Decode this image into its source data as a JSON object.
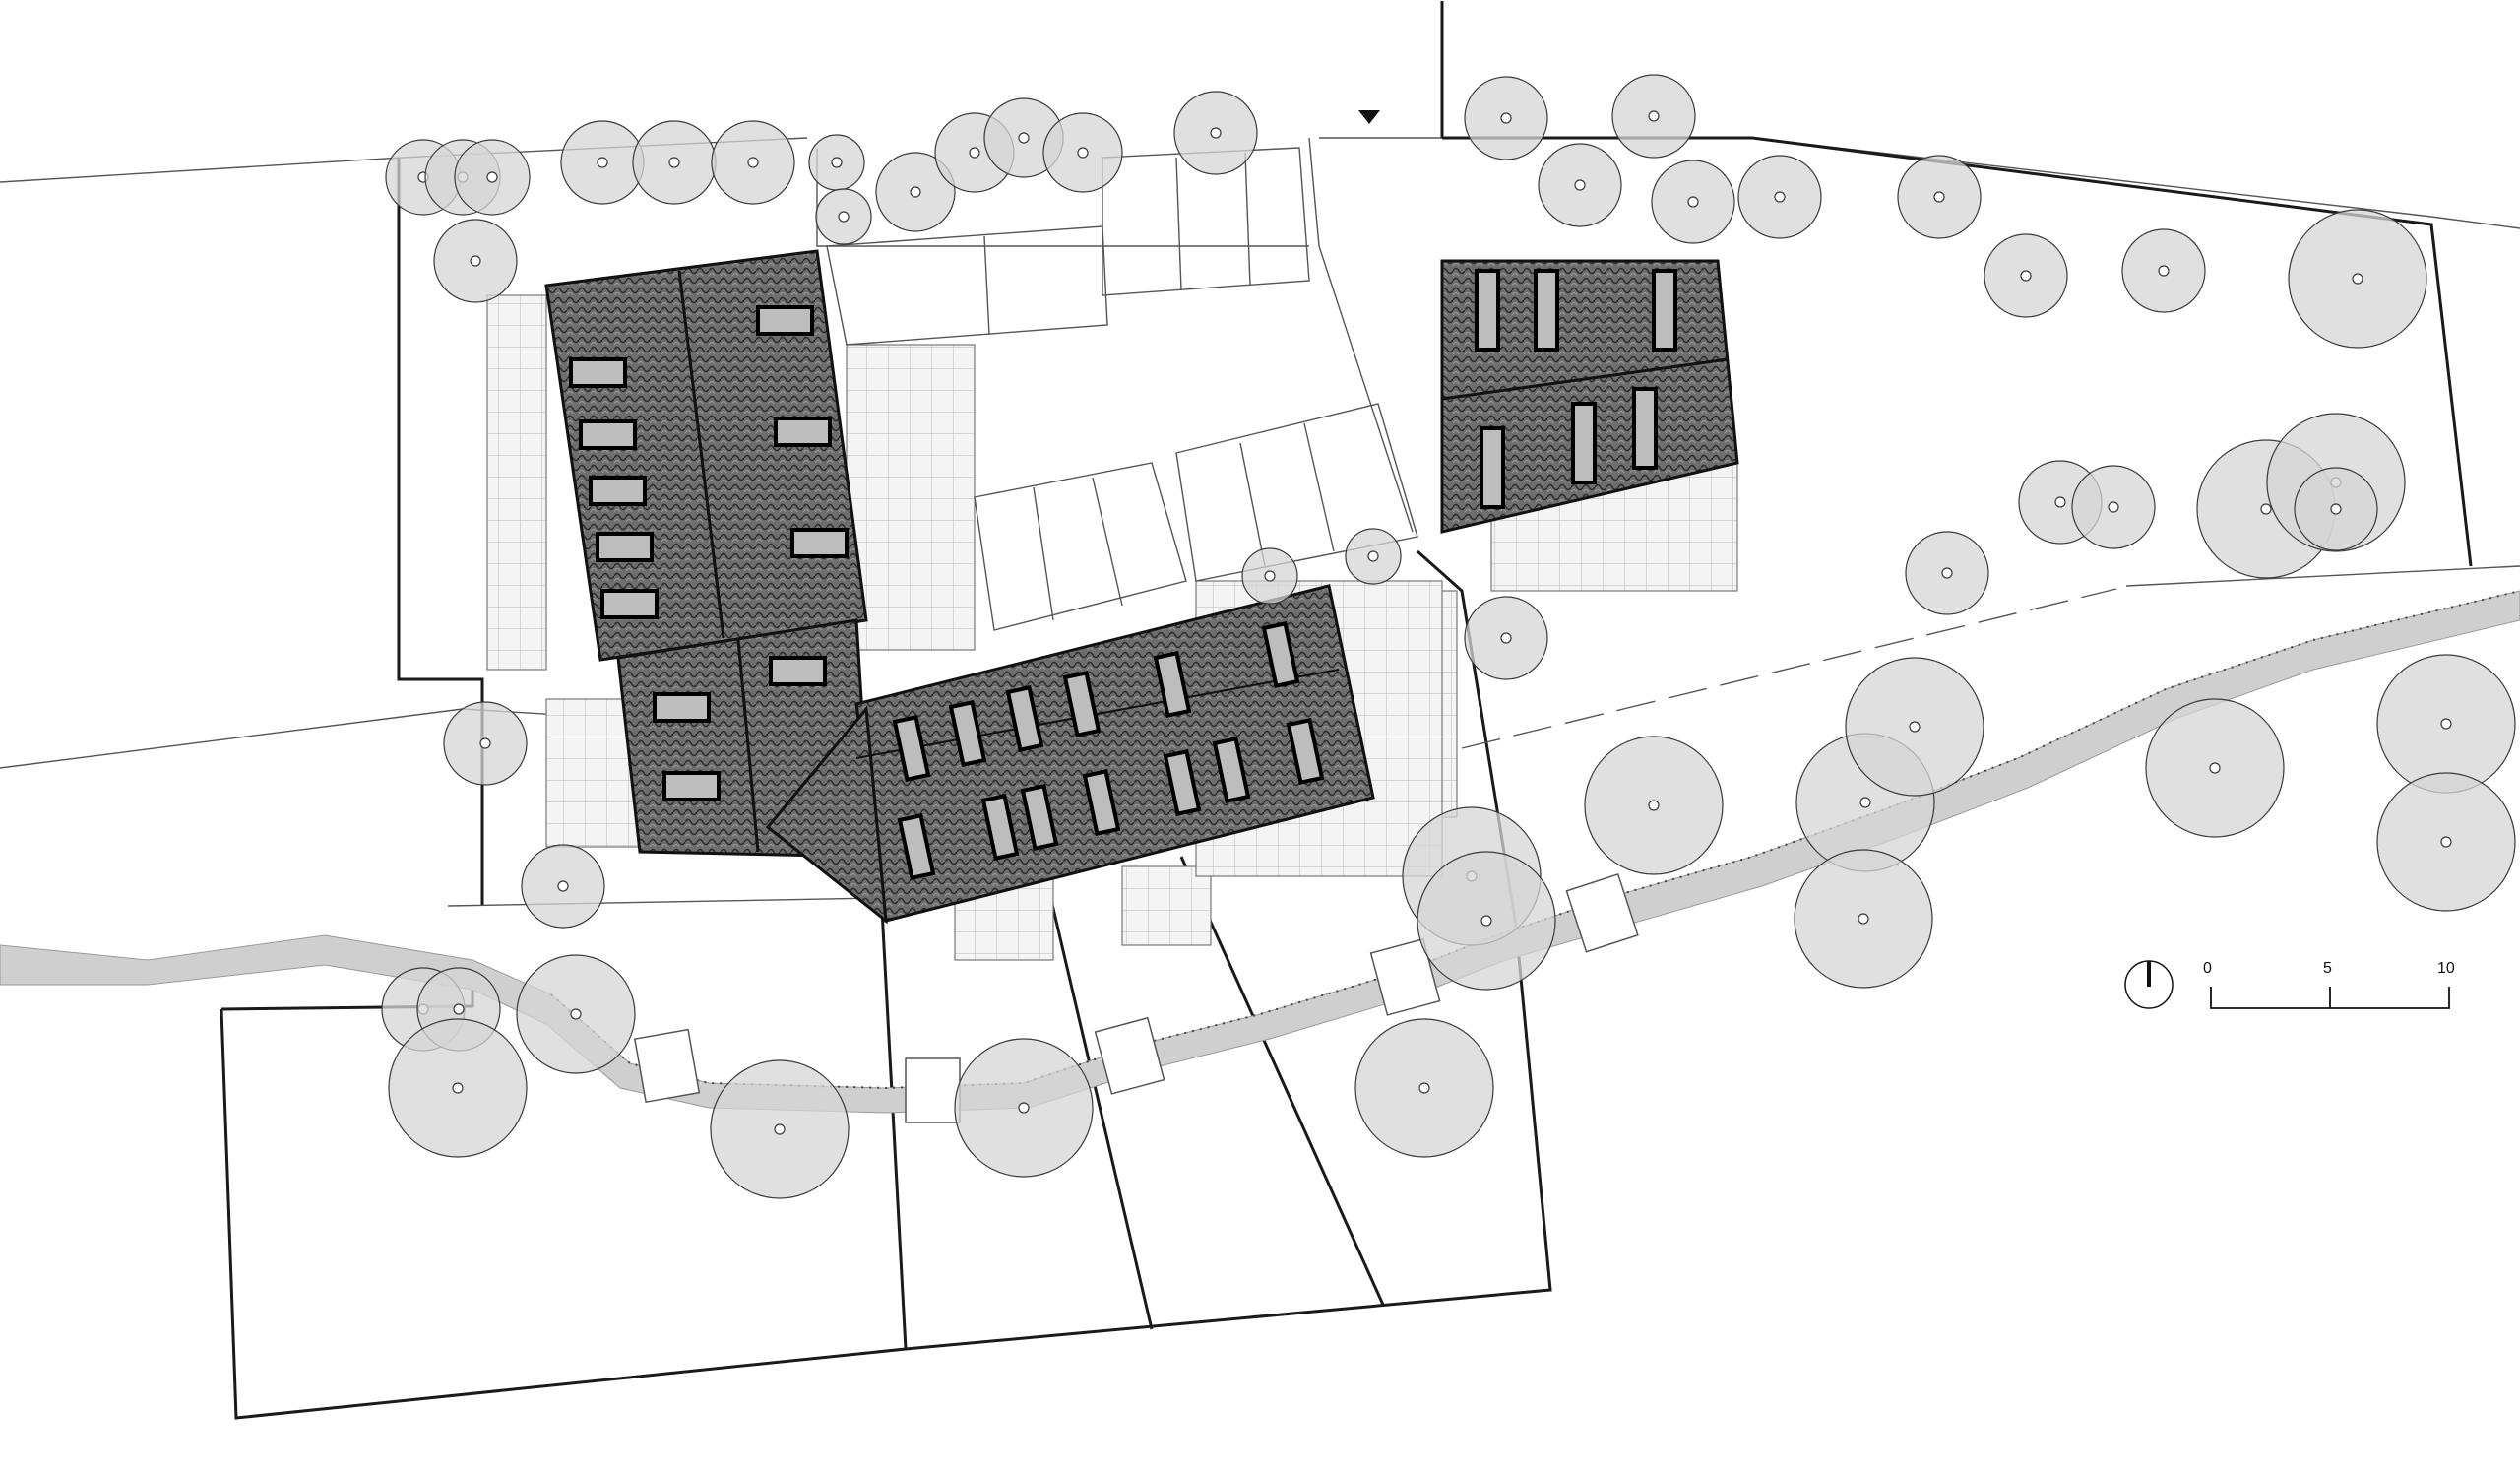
{
  "figure": {
    "type": "architectural site plan",
    "colors": {
      "roof": "#5a5a5a",
      "tree_fill": "#d6d6d6",
      "line": "#1a1a1a",
      "path": "#cfcfcf"
    }
  },
  "north_arrow": {
    "icon": "north-arrow-icon"
  },
  "scale_bar": {
    "labels": [
      "0",
      "5",
      "10"
    ]
  },
  "entrance_marker": {
    "icon": "entrance-triangle-icon"
  }
}
